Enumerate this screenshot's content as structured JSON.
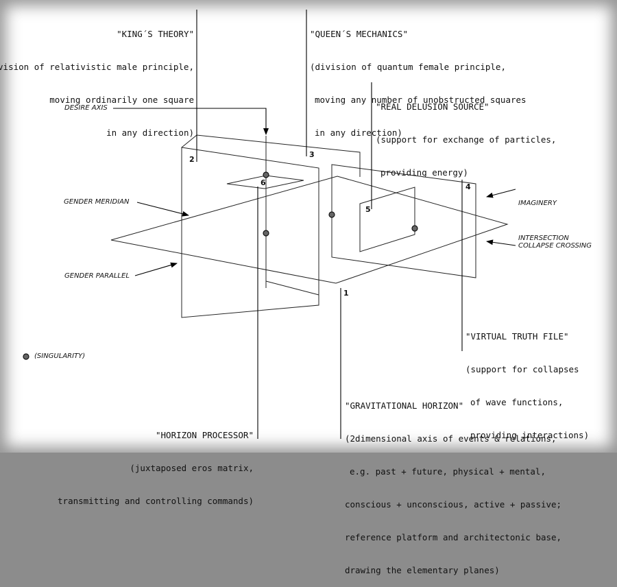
{
  "labels": {
    "kings_theory": {
      "title": "\"KING´S THEORY\"",
      "lines": [
        "(division of relativistic male principle,",
        "moving ordinarily one square",
        "in any direction)"
      ]
    },
    "queens_mechanics": {
      "title": "\"QUEEN´S MECHANICS\"",
      "lines": [
        "(division of quantum female principle,",
        "moving any number of unobstructed squares",
        "in any direction)"
      ]
    },
    "real_delusion_source": {
      "title": "\"REAL DELUSION SOURCE\"",
      "lines": [
        "(support for exchange of particles,",
        "providing energy)"
      ]
    },
    "virtual_truth_file": {
      "title": "\"VIRTUAL TRUTH FILE\"",
      "lines": [
        "(support for collapses",
        "of wave functions,",
        "providing interactions)"
      ]
    },
    "gravitational_horizon": {
      "title": "\"GRAVITATIONAL HORIZON\"",
      "lines": [
        "(2dimensional axis of events & relations,",
        "e.g. past + future, physical + mental,",
        "conscious + unconscious, active + passive;",
        "reference platform and architectonic base,",
        "drawing the elementary planes)"
      ]
    },
    "horizon_processor": {
      "title": "\"HORIZON PROCESSOR\"",
      "lines": [
        "(juxtaposed eros matrix,",
        "transmitting and controlling commands)"
      ]
    }
  },
  "axes": {
    "desire_axis": "DESIRE AXIS",
    "gender_meridian": "GENDER MERIDIAN",
    "gender_parallel": "GENDER PARALLEL",
    "imaginery_intersection": [
      "IMAGINERY",
      "INTERSECTION"
    ],
    "collapse_crossing": "COLLAPSE CROSSING"
  },
  "legend": {
    "singularity": "(SINGULARITY)"
  },
  "numbers": [
    "1",
    "2",
    "3",
    "4",
    "5",
    "6"
  ]
}
